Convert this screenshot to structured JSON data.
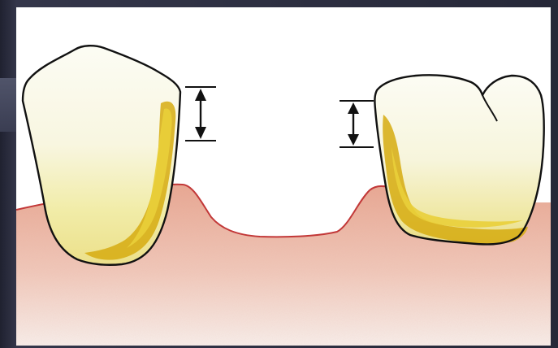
{
  "diagram": {
    "elements": [
      "gingiva",
      "left-tooth-crown",
      "right-tooth-crown",
      "left-height-arrow",
      "right-height-arrow"
    ]
  },
  "colors": {
    "background": "#ffffff",
    "frame": "#2a2c3a",
    "gum_top": "#e7a792",
    "gum_bottom": "#f7efeb",
    "gum_line": "#c23838",
    "enamel": "#fbfbf0",
    "dentin": "#efe7a0",
    "stain": "#d6ac10",
    "outline": "#111111",
    "arrow": "#111111"
  }
}
